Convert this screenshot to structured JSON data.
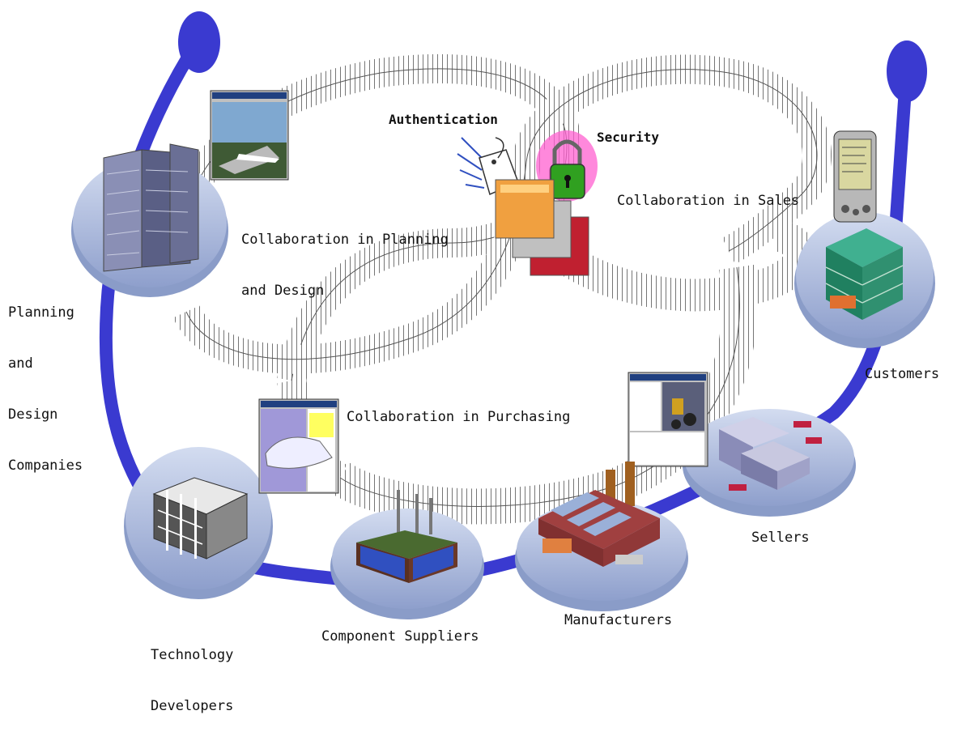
{
  "labels": {
    "planning_companies": [
      "Planning",
      "and",
      "Design",
      "Companies"
    ],
    "collab_planning": [
      "Collaboration in Planning",
      "and Design"
    ],
    "authentication": "Authentication",
    "security": "Security",
    "collab_sales": "Collaboration in Sales",
    "collab_purchasing": "Collaboration in Purchasing",
    "customers": "Customers",
    "sellers": "Sellers",
    "manufacturers": "Manufacturers",
    "component_suppliers": "Component Suppliers",
    "technology_developers": [
      "Technology",
      "Developers"
    ]
  },
  "colors": {
    "ring": "#3a3ad0",
    "disk_top": "#b7c4e4",
    "disk_side": "#8a9cc8",
    "ribbon_stroke": "#555555"
  },
  "icons": [
    "office-building-icon",
    "airplane-screen-icon",
    "tag-icon",
    "padlock-icon",
    "certificate-cards-icon",
    "pda-icon",
    "warehouse-icon",
    "car-design-screen-icon",
    "purchasing-screen-icon",
    "distribution-center-icon",
    "factory-icon",
    "power-plant-icon",
    "tech-building-icon"
  ]
}
